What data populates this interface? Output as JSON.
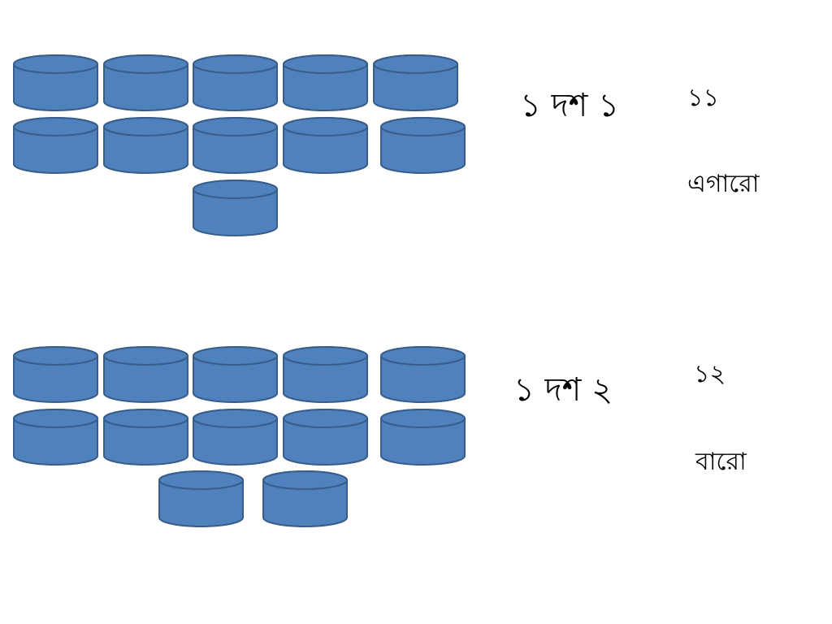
{
  "colors": {
    "fill": "#4f81bd",
    "stroke": "#385d8a",
    "background": "#ffffff"
  },
  "groups": [
    {
      "id": "eleven",
      "tens": 1,
      "ones": 1,
      "decomposition": "১ দশ  ১",
      "numeral": "১১",
      "word": "এগারো"
    },
    {
      "id": "twelve",
      "tens": 1,
      "ones": 2,
      "decomposition": "১ দশ ২",
      "numeral": "১২",
      "word": "বারো"
    }
  ]
}
